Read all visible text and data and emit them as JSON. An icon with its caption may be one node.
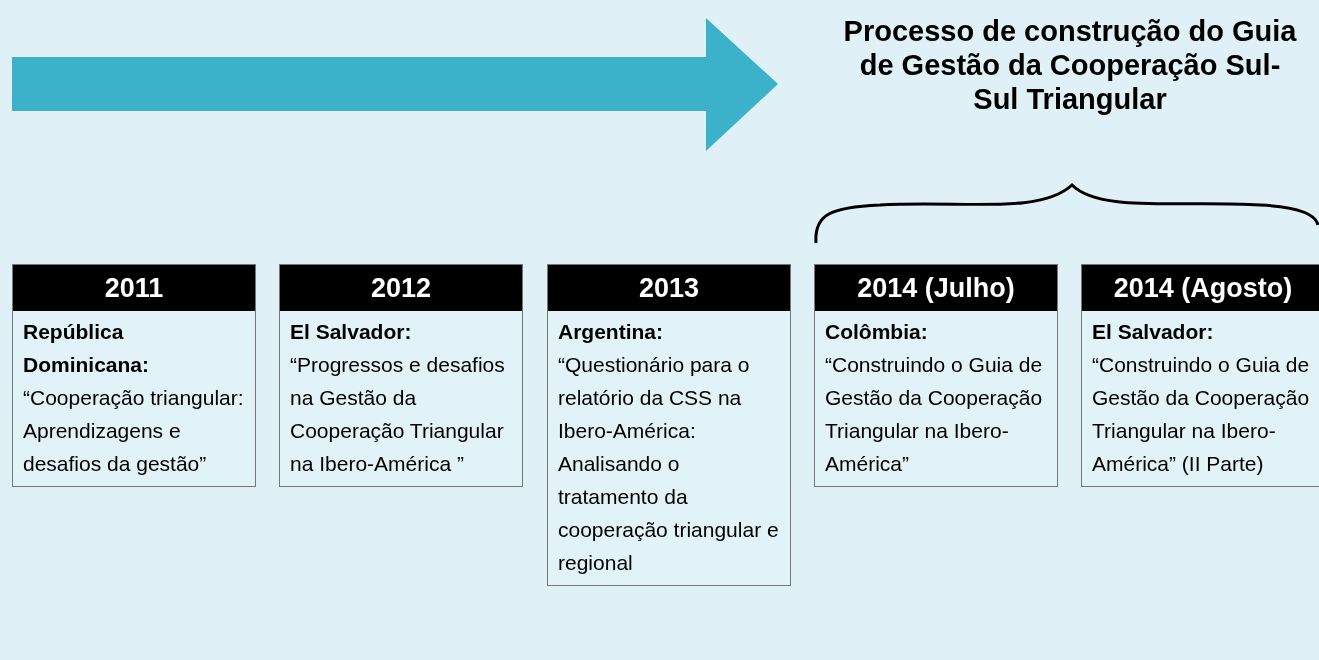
{
  "diagram": {
    "title": "Processo de construção do Guia de Gestão da Cooperação Sul-Sul Triangular",
    "nodes": [
      {
        "text": [
          "2011",
          "República Dominicana:",
          "“Cooperação triangular: Aprendizagens e desafios da gestão”"
        ]
      },
      {
        "text": [
          "2012",
          "El Salvador:",
          "“Progressos e desafios na Gestão da Cooperação Triangular na Ibero-América ”"
        ]
      },
      {
        "text": [
          "2013",
          "Argentina:",
          "“Questionário para o relatório da CSS na Ibero-América: Analisando o tratamento da cooperação triangular e regional"
        ]
      },
      {
        "text": [
          "2014 (Julho)",
          "Colômbia:",
          "“Construindo o Guia de Gestão da Cooperação Triangular na Ibero-América”"
        ]
      },
      {
        "text": [
          "2014 (Agosto)",
          "El Salvador:",
          "“Construindo o Guia de Gestão da Cooperação Triangular na Ibero-América” (II Parte)"
        ]
      }
    ],
    "edges": []
  }
}
